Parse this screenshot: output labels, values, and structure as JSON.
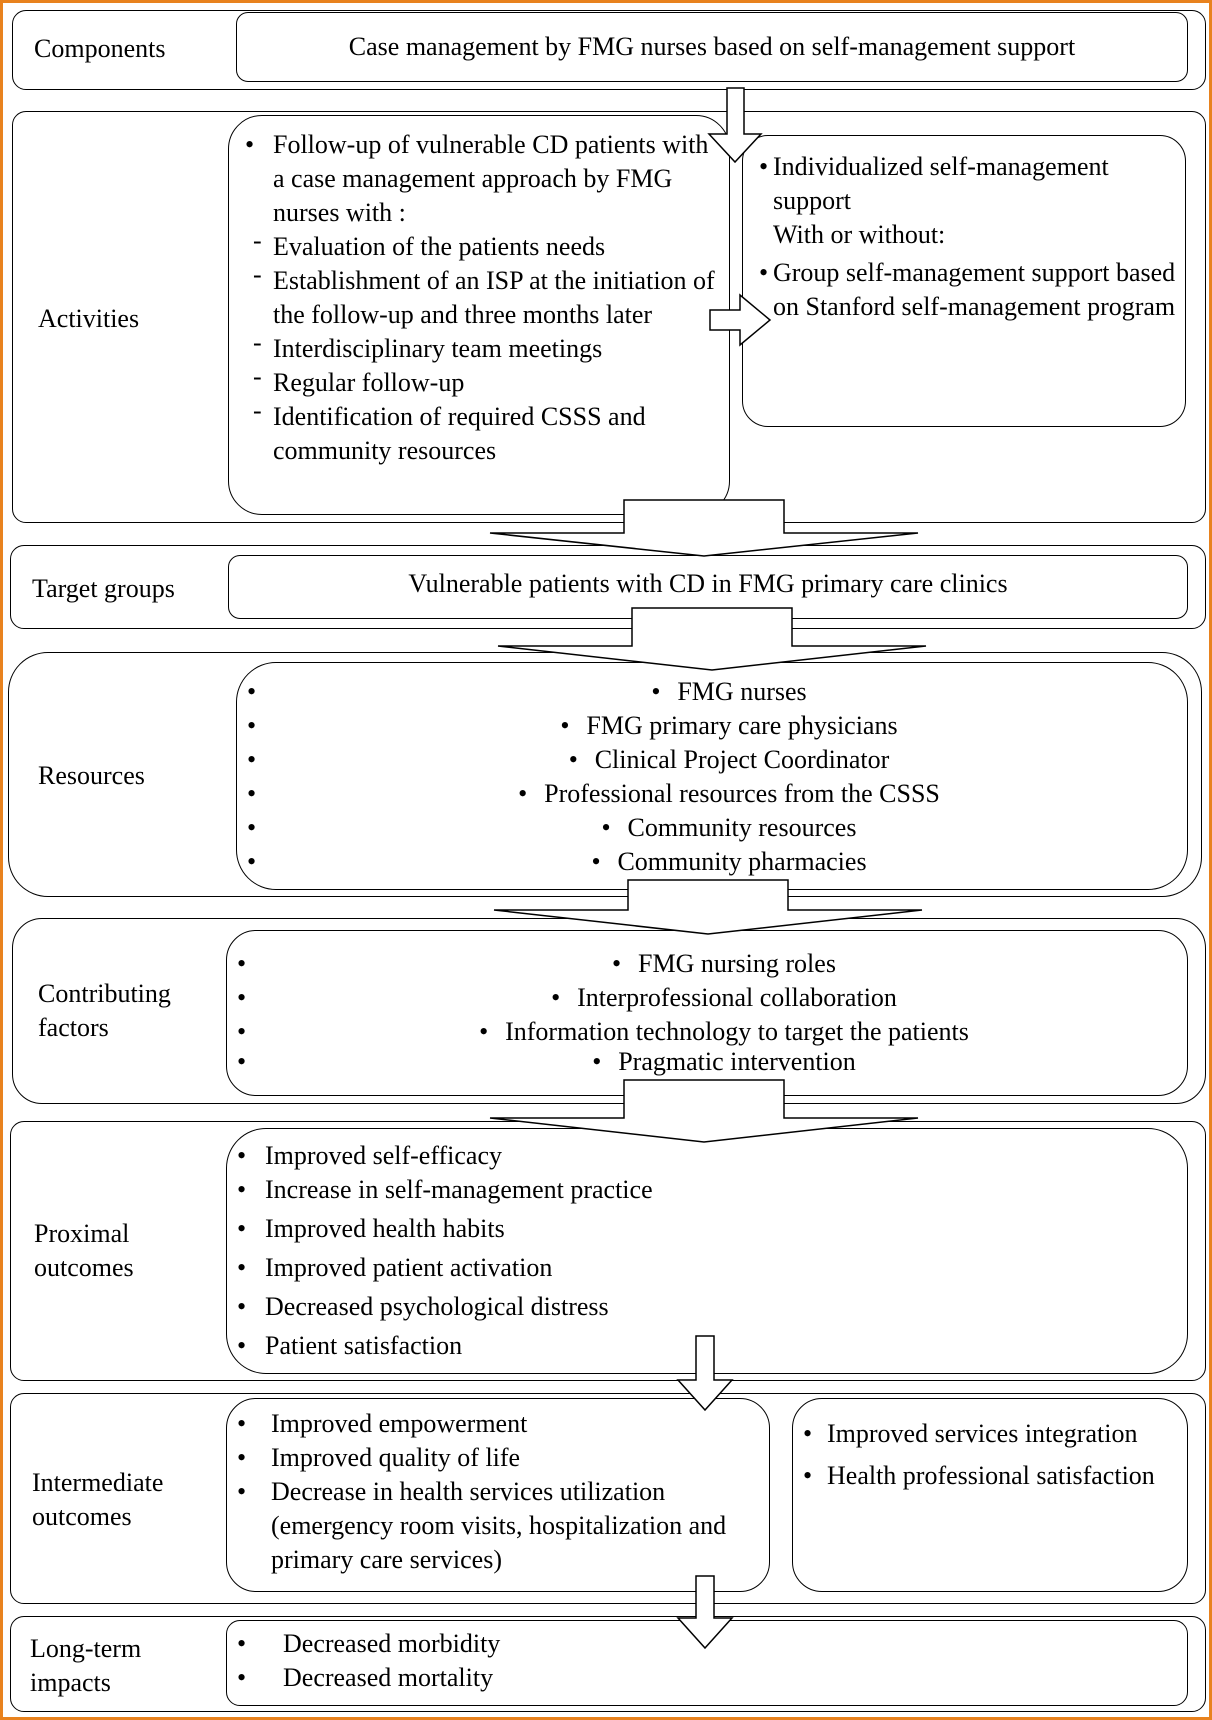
{
  "rows": {
    "components": {
      "label": "Components",
      "text": "Case management by FMG nurses based on self-management support"
    },
    "activities": {
      "label": "Activities",
      "main_item": "Follow-up of vulnerable CD patients with a case management approach by FMG nurses with :",
      "sub_items": [
        "Evaluation of the patients needs",
        "Establishment of an ISP at the initiation of the follow-up and three months later",
        "Interdisciplinary team meetings",
        "Regular follow-up",
        "Identification of required CSSS and community resources"
      ],
      "side_item_1": "Individualized self-management support",
      "side_connector": "With or without:",
      "side_item_2": "Group self-management support based on Stanford self-management program"
    },
    "target_groups": {
      "label": "Target groups",
      "text": "Vulnerable patients with CD in FMG primary care clinics"
    },
    "resources": {
      "label": "Resources",
      "items": [
        "FMG nurses",
        "FMG primary care physicians",
        "Clinical Project Coordinator",
        "Professional resources from the CSSS",
        "Community resources",
        "Community pharmacies"
      ]
    },
    "contributing_factors": {
      "label_line1": "Contributing",
      "label_line2": "factors",
      "items": [
        "FMG nursing roles",
        "Interprofessional collaboration",
        "Information technology to target the patients",
        "Pragmatic intervention"
      ]
    },
    "proximal_outcomes": {
      "label_line1": "Proximal",
      "label_line2": "outcomes",
      "items": [
        "Improved self-efficacy",
        "Increase in self-management practice",
        "Improved health habits",
        "Improved patient activation",
        "Decreased psychological distress",
        "Patient satisfaction"
      ]
    },
    "intermediate_outcomes": {
      "label_line1": "Intermediate",
      "label_line2": "outcomes",
      "items": [
        "Improved empowerment",
        "Improved quality of life",
        "Decrease in health services utilization (emergency room visits, hospitalization and primary care services)"
      ],
      "side_items": [
        "Improved services integration",
        "Health professional satisfaction"
      ]
    },
    "long_term_impacts": {
      "label_line1": "Long-term",
      "label_line2": "impacts",
      "items": [
        "Decreased morbidity",
        "Decreased mortality"
      ]
    }
  }
}
